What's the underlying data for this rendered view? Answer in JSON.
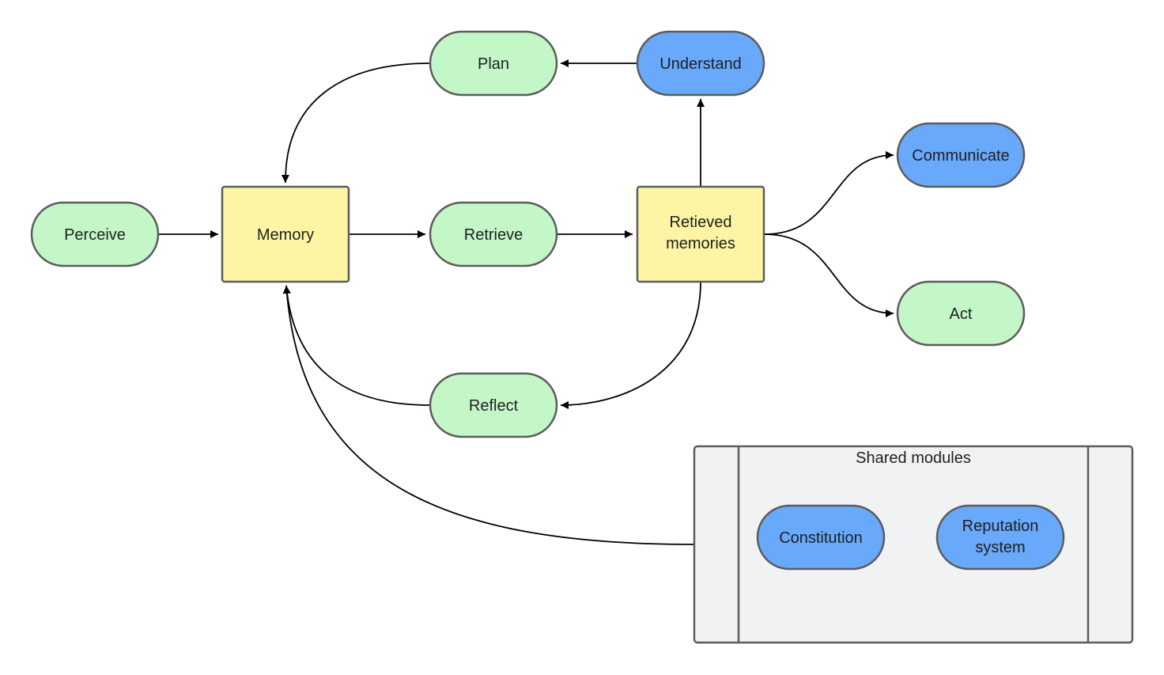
{
  "colors": {
    "green_fill": "#c4f7c7",
    "blue_fill": "#69a9fc",
    "yellow_fill": "#fdf5a4",
    "panel_fill": "#f1f2f4",
    "stroke": "#5c5c5c",
    "edge": "#000000"
  },
  "nodes": {
    "perceive": {
      "label": "Perceive"
    },
    "memory": {
      "label": "Memory"
    },
    "retrieve": {
      "label": "Retrieve"
    },
    "retrieved_memories": {
      "line1": "Retieved",
      "line2": "memories"
    },
    "plan": {
      "label": "Plan"
    },
    "understand": {
      "label": "Understand"
    },
    "communicate": {
      "label": "Communicate"
    },
    "act": {
      "label": "Act"
    },
    "reflect": {
      "label": "Reflect"
    }
  },
  "shared_modules": {
    "title": "Shared modules",
    "constitution": {
      "label": "Constitution"
    },
    "reputation_system": {
      "line1": "Reputation",
      "line2": "system"
    }
  }
}
